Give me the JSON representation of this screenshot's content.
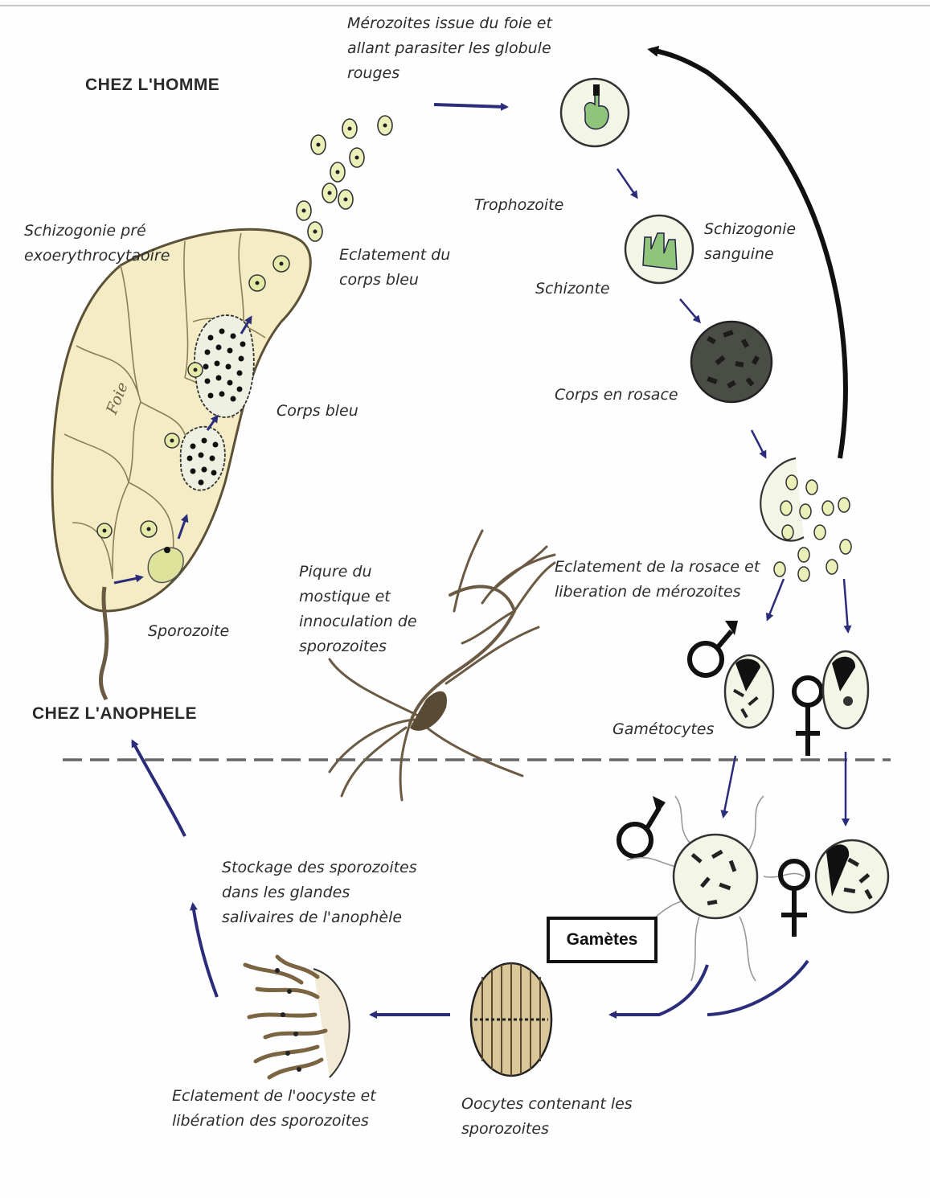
{
  "headers": {
    "homme": "CHEZ L'HOMME",
    "anophele": "CHEZ L'ANOPHELE"
  },
  "labels": {
    "merozoites_foie": "Mérozoites issue du foie et\nallant parasiter les globule\nrouges",
    "schizogonie_pre": "Schizogonie pré\nexoerythrocytaoire",
    "eclatement_corps_bleu": "Eclatement du\ncorps bleu",
    "trophozoite": "Trophozoite",
    "schizogonie_sanguine": "Schizogonie\nsanguine",
    "schizonte": "Schizonte",
    "corps_rosace": "Corps en rosace",
    "corps_bleu": "Corps bleu",
    "foie": "Foie",
    "piqure": "Piqure du\nmostique et\ninnoculation de\nsporozoites",
    "eclatement_rosace": "Eclatement de la rosace et\nliberation de mérozoites",
    "sporozoite": "Sporozoite",
    "gametocytes": "Gamétocytes",
    "stockage": "Stockage des sporozoites\ndans les glandes\nsalivaires de l'anophèle",
    "gametes": "Gamètes",
    "eclatement_oocyste": "Eclatement de l'oocyste et\nlibération des sporozoites",
    "oocytes": "Oocytes contenant les\nsporozoites"
  },
  "colors": {
    "arrow_blue": "#2b2d7a",
    "liver_fill": "#f3ecc4",
    "cell_green": "#8fc47a",
    "corps_bleu_fill": "#eef1e2",
    "rosace_fill": "#4a4d46",
    "cell_fill": "#f3f6e6",
    "mosquito": "#6b5a44"
  }
}
